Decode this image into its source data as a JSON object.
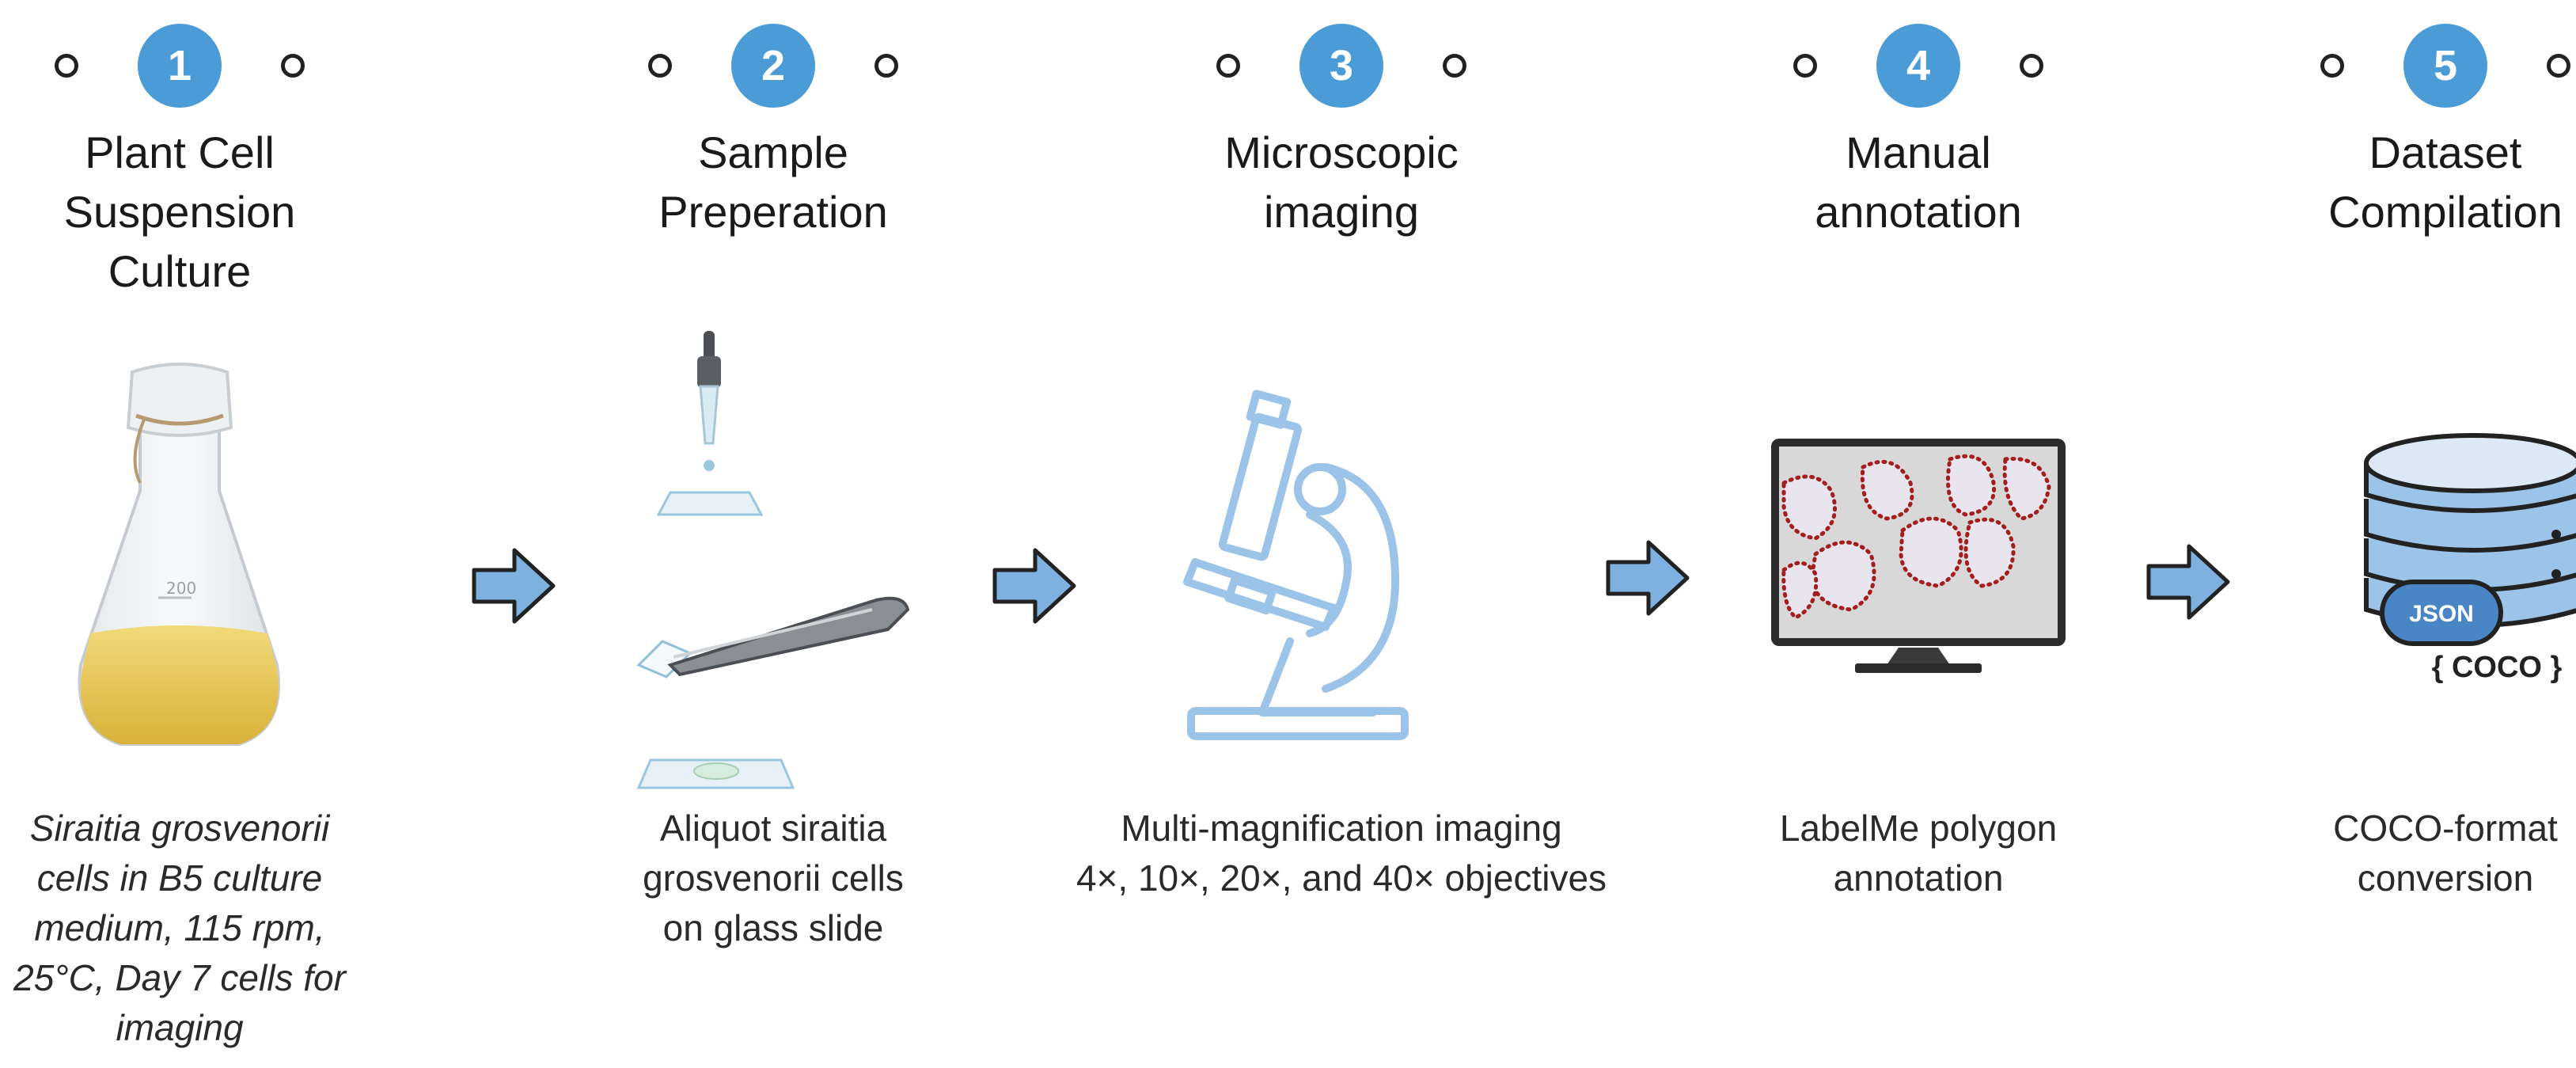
{
  "colors": {
    "accent": "#4a9bd6",
    "arrow": "#7fb1e0",
    "outline": "#222222"
  },
  "steps": [
    {
      "number": "1",
      "title_lines": [
        "Plant Cell",
        "Suspension",
        "Culture"
      ],
      "icon": "flask-icon",
      "desc_lines": [
        "Siraitia grosvenorii",
        "cells in B5 culture",
        "medium, 115 rpm,",
        "25°C, Day 7 cells for",
        "imaging"
      ]
    },
    {
      "number": "2",
      "title_lines": [
        "Sample",
        "Preperation"
      ],
      "icon": "dropper-slide-tweezers-icon",
      "desc_lines": [
        "Aliquot siraitia",
        "grosvenorii cells",
        "on glass slide"
      ]
    },
    {
      "number": "3",
      "title_lines": [
        "Microscopic",
        "imaging"
      ],
      "icon": "microscope-icon",
      "desc_lines": [
        "Multi-magnification imaging",
        "4×, 10×, 20×, and 40× objectives"
      ]
    },
    {
      "number": "4",
      "title_lines": [
        "Manual",
        "annotation"
      ],
      "icon": "monitor-annotation-icon",
      "desc_lines": [
        "LabelMe polygon",
        "annotation"
      ]
    },
    {
      "number": "5",
      "title_lines": [
        "Dataset",
        "Compilation"
      ],
      "icon": "database-icon",
      "desc_lines": [
        "COCO-format",
        "conversion"
      ]
    }
  ],
  "database_labels": {
    "json": "JSON",
    "coco": "{ COCO }"
  },
  "flask_marking": "200"
}
